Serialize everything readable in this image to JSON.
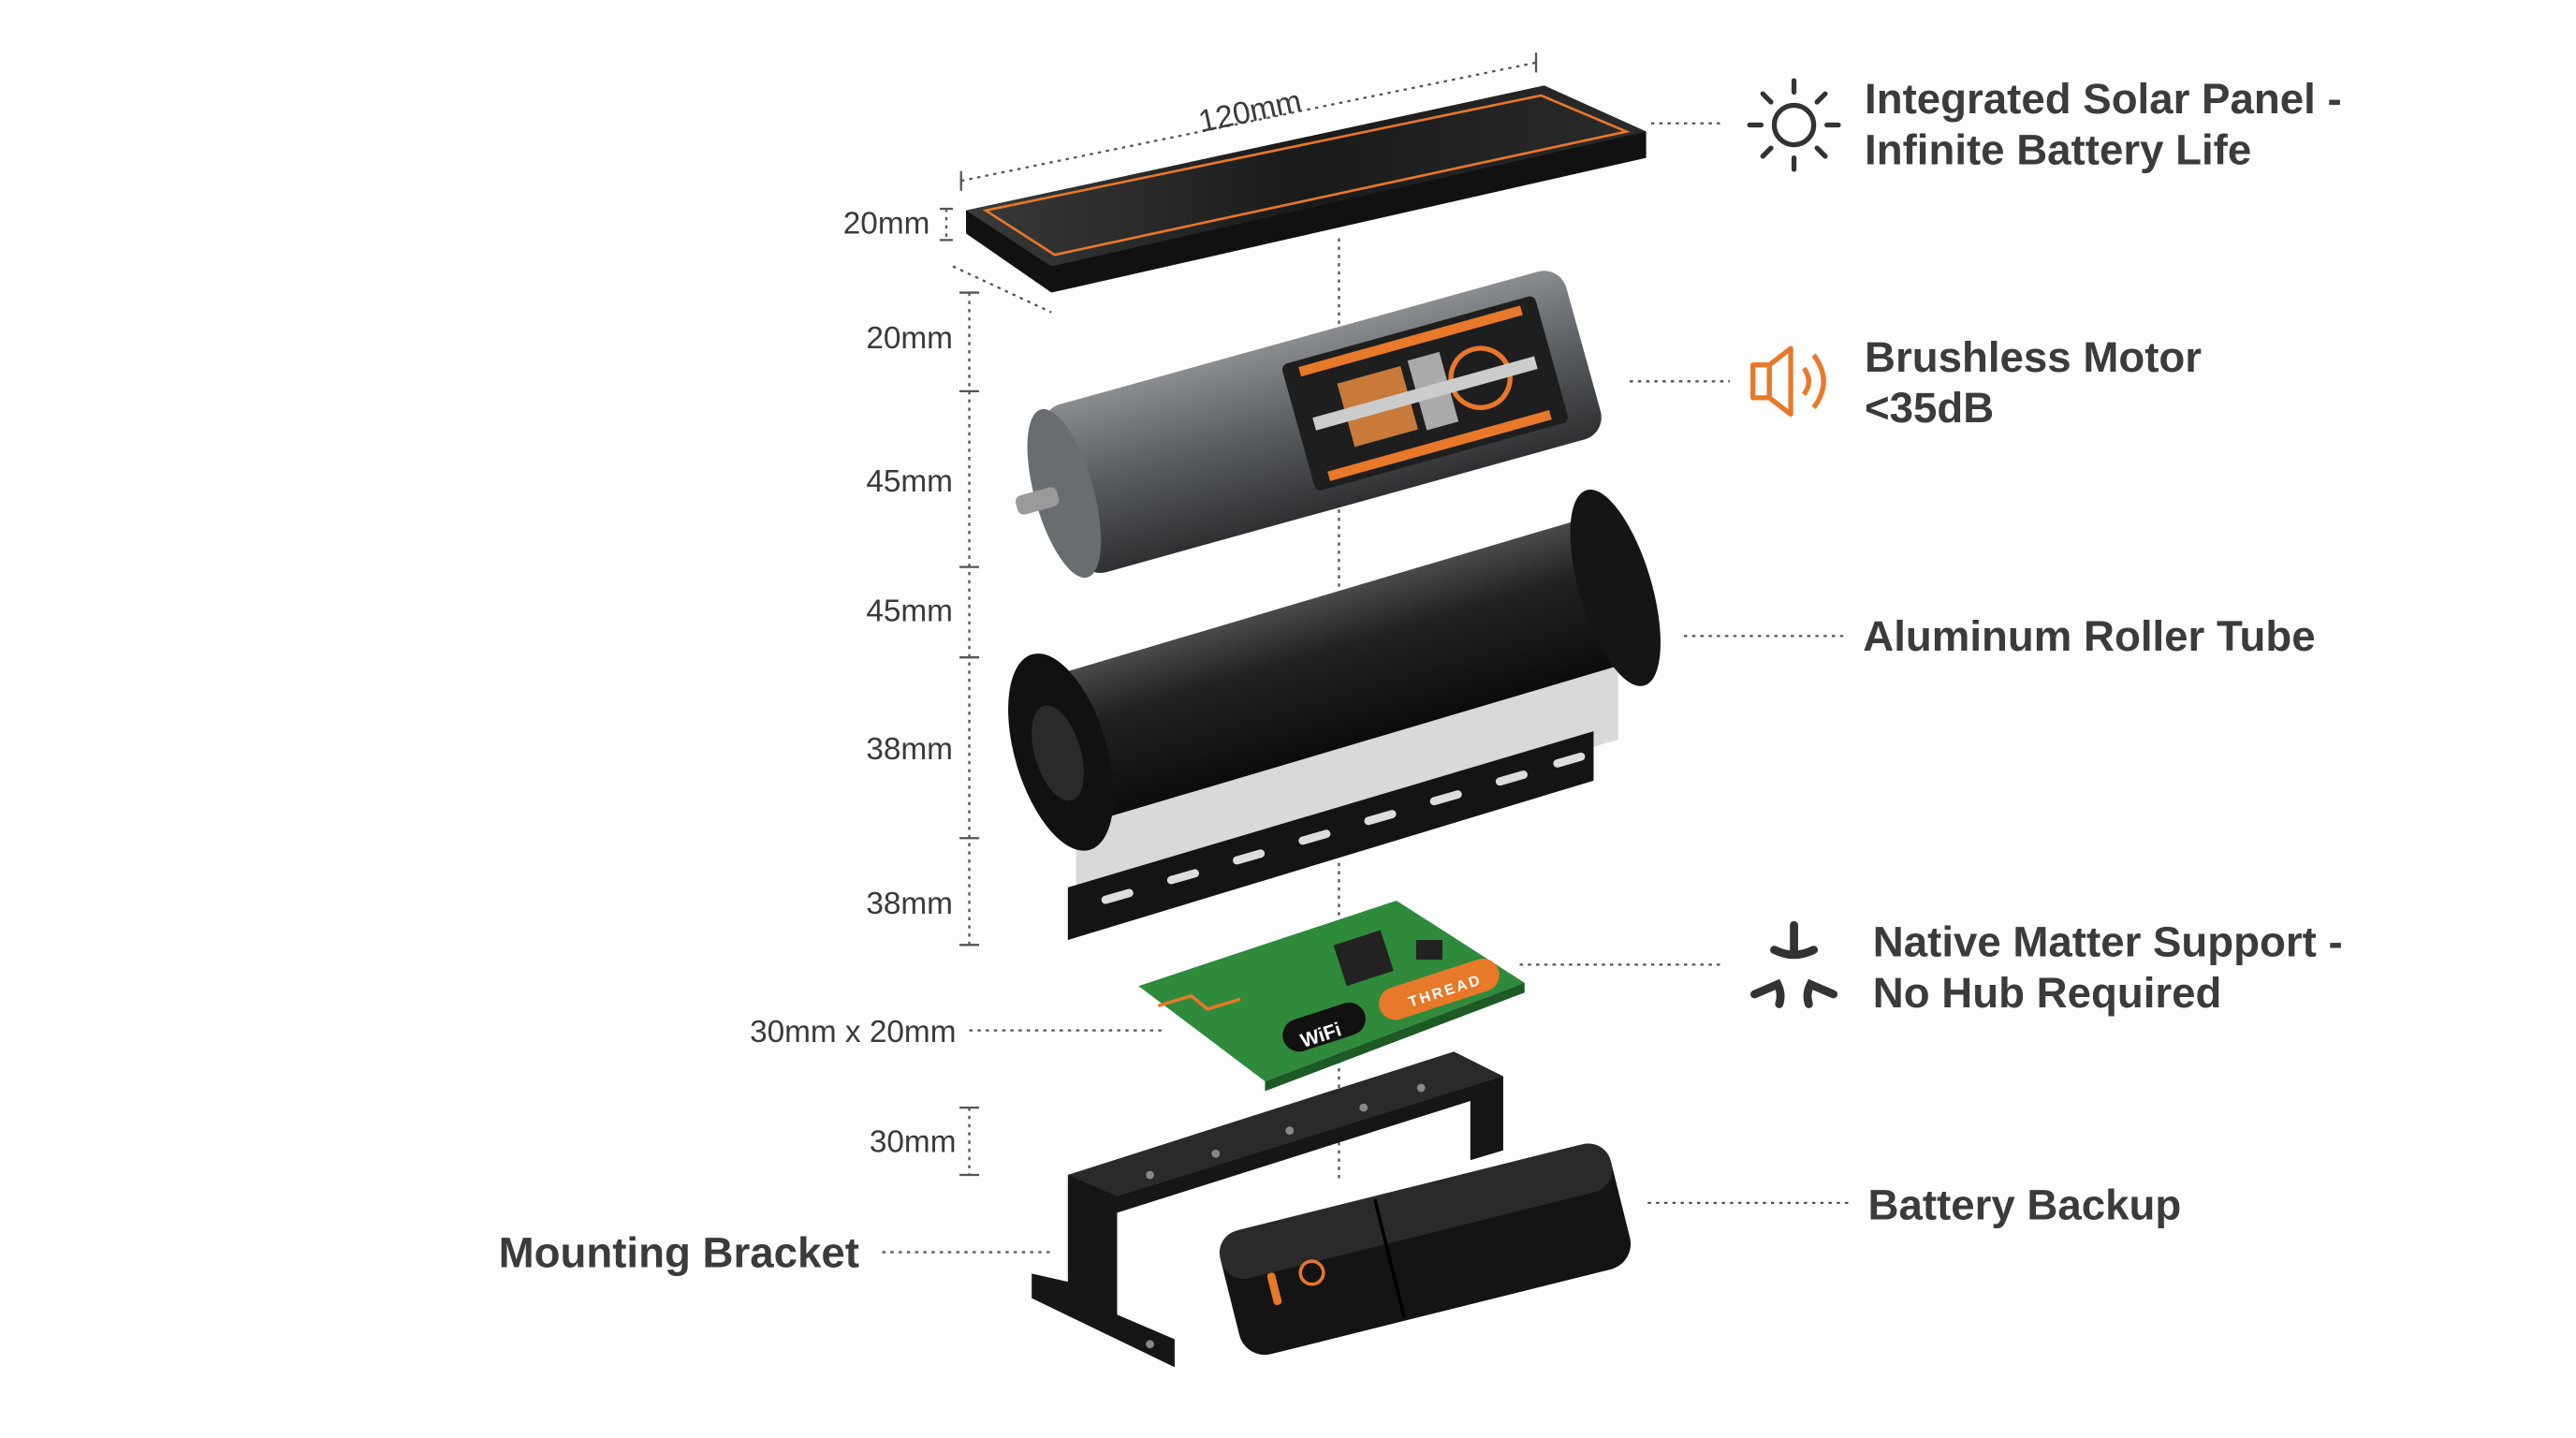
{
  "dimensions": {
    "panel_length": "120mm",
    "panel_height": "20mm",
    "motor_top": "20mm",
    "motor_body": "45mm",
    "tube": "45mm",
    "fabric_upper": "38mm",
    "fabric_lower": "38mm",
    "pcb": "30mm x 20mm",
    "bracket": "30mm"
  },
  "features": {
    "solar": {
      "line1": "Integrated Solar Panel -",
      "line2": "Infinite Battery Life",
      "icon": "sun-icon"
    },
    "motor": {
      "line1": "Brushless Motor",
      "line2": "<35dB",
      "icon": "speaker-icon"
    },
    "tube": {
      "line1": "Aluminum Roller Tube"
    },
    "matter": {
      "line1": "Native Matter Support -",
      "line2": "No Hub Required",
      "icon": "matter-icon"
    },
    "battery": {
      "line1": "Battery Backup"
    },
    "bracket": {
      "line1": "Mounting Bracket"
    }
  },
  "pcb_labels": {
    "wifi": "WiFi",
    "thread": "THREAD"
  },
  "colors": {
    "accent": "#e8782a",
    "text": "#3b3b3b",
    "pcb": "#2f8a3c",
    "body": "#1c1c1c"
  }
}
